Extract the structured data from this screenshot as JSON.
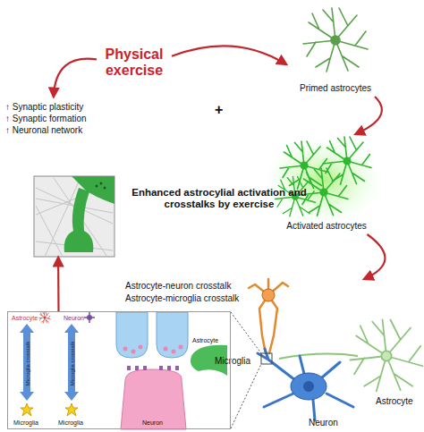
{
  "diagram": {
    "nodes": [
      {
        "text": [
          "Physical exercise"
        ]
      },
      {
        "text": [
          "Primed astrocytes"
        ]
      },
      {
        "text": [
          "Activated astrocytes"
        ]
      },
      {
        "text": [
          "Microglia",
          "Astrocyte",
          "Neuron"
        ]
      },
      {
        "text": [
          "Astrocyte",
          "Neuron",
          "Microglia crosstalk",
          "Microglia crosstalk",
          "Microglia",
          "Microglia",
          "Astrocyte",
          "Neuron"
        ]
      },
      {
        "text": [
          "↑ Synaptic plasticity",
          "↑ Synaptic formation",
          "↑ Neuronal network"
        ]
      }
    ],
    "edges": [
      {
        "from": 0,
        "to": 1,
        "arrow": "to",
        "label": "+"
      },
      {
        "from": 1,
        "to": 2,
        "arrow": "to"
      },
      {
        "from": 2,
        "to": 3,
        "arrow": "to"
      },
      {
        "from": 4,
        "to": 5,
        "arrow": "to"
      },
      {
        "from": 0,
        "to": 5,
        "arrow": "to"
      }
    ],
    "labels": [
      "Enhanced astrocylial activation and crosstalks by exercise",
      "Astrocyte-neuron crosstalk",
      "Astrocyte-microglia crosstalk"
    ]
  }
}
